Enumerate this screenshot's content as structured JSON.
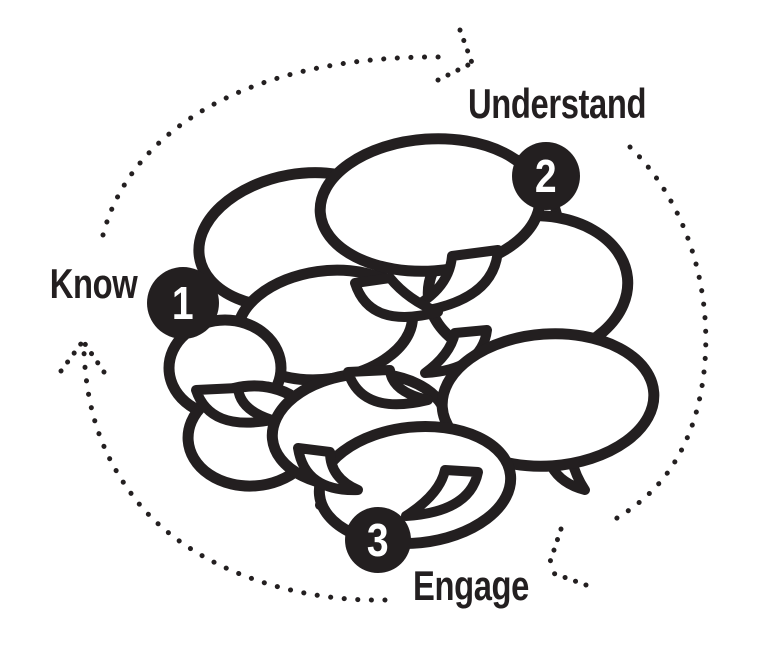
{
  "diagram": {
    "background_color": "#ffffff",
    "ink_color": "#231f20",
    "flow_style": "clockwise-dotted-arrow-cycle",
    "center_illustration": "speech-bubble-cluster-icon",
    "bubble_count": 9,
    "steps": [
      {
        "number": "1",
        "label": "Know"
      },
      {
        "number": "2",
        "label": "Understand"
      },
      {
        "number": "3",
        "label": "Engage"
      }
    ]
  }
}
